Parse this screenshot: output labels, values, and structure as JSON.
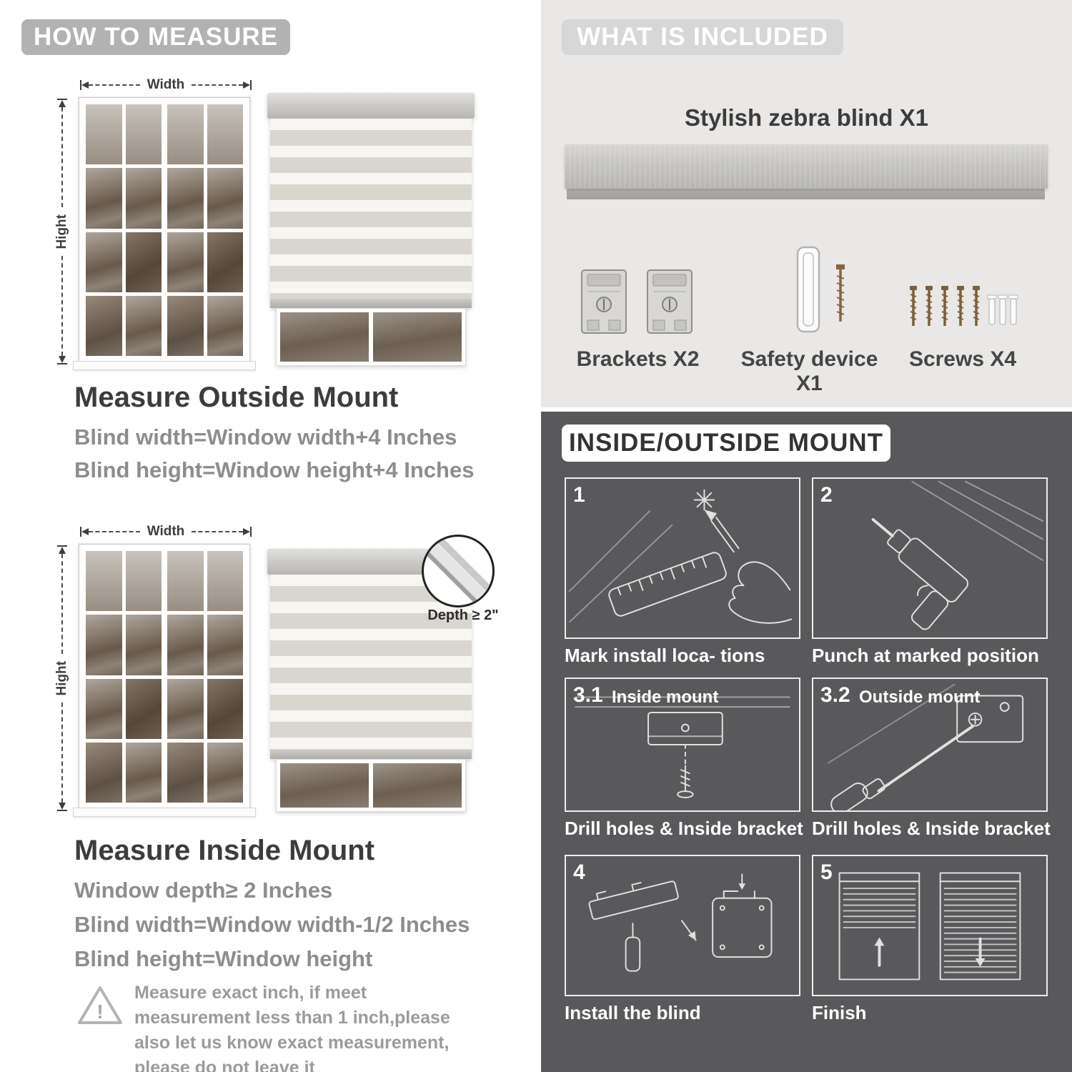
{
  "how_to_measure": {
    "header": "HOW TO MEASURE",
    "outside_mount": {
      "width_label": "Width",
      "height_label": "Hight",
      "title": "Measure Outside Mount",
      "lines": [
        "Blind width=Window width+4 Inches",
        "Blind height=Window height+4 Inches"
      ]
    },
    "inside_mount": {
      "width_label": "Width",
      "height_label": "Hight",
      "depth_label": "Depth ≥ 2\"",
      "title": "Measure Inside Mount",
      "lines": [
        "Window depth≥ 2 Inches",
        "Blind width=Window width-1/2 Inches",
        "Blind height=Window height"
      ]
    },
    "warning": {
      "mark": "!",
      "text": "Measure exact inch, if meet measurement less than 1 inch,please also let us know exact measurement, please do not leave it"
    }
  },
  "what_is_included": {
    "header": "WHAT IS INCLUDED",
    "blind_label": "Stylish zebra blind X1",
    "items": [
      {
        "label": "Brackets X2"
      },
      {
        "label": "Safety device X1"
      },
      {
        "label": "Screws X4"
      }
    ]
  },
  "mount_guide": {
    "header": "INSIDE/OUTSIDE MOUNT",
    "steps": [
      {
        "num": "1",
        "caption": "Mark install loca- tions"
      },
      {
        "num": "2",
        "caption": "Punch at  marked position"
      },
      {
        "num": "3.1",
        "title": "Inside mount",
        "caption": "Drill holes &  Inside bracket"
      },
      {
        "num": "3.2",
        "title": "Outside mount",
        "caption": "Drill holes &  Inside bracket"
      },
      {
        "num": "4",
        "caption": "Install the blind"
      },
      {
        "num": "5",
        "caption": "Finish"
      }
    ]
  },
  "colors": {
    "left_header_pill": "#b2b2b2",
    "right_header_pill": "#d7d7d7",
    "light_section_bg": "#e9e8e6",
    "dark_section_bg": "#59595b",
    "heading_text": "#3c3c3c",
    "gray_body_text": "#8d8d8d",
    "panel_border": "#ededed"
  }
}
